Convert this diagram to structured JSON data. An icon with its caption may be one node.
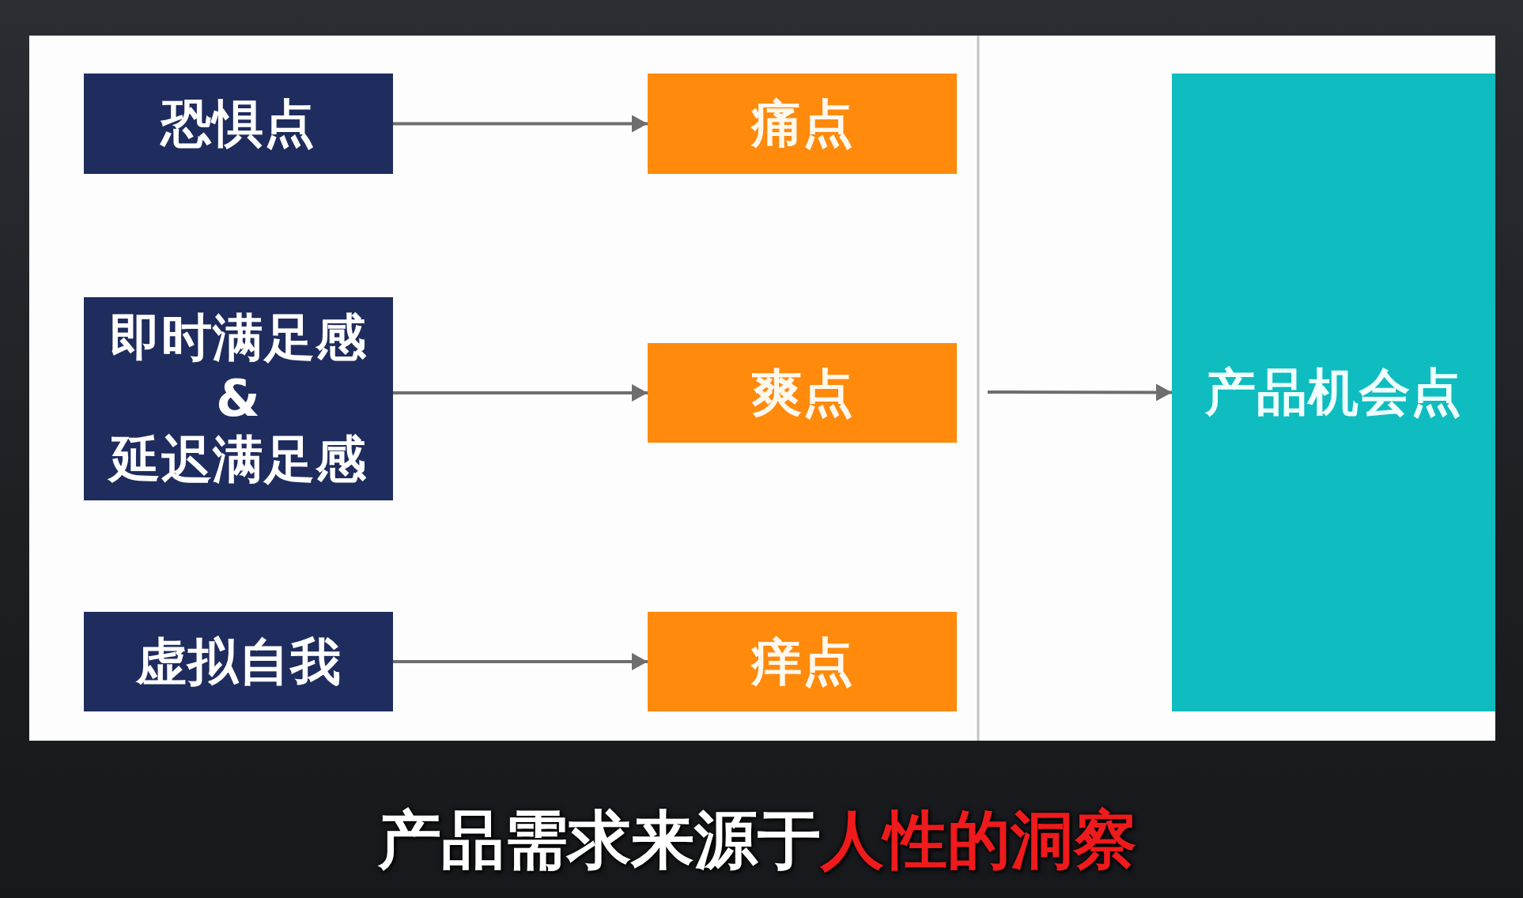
{
  "diagram": {
    "caption": "产品需求来源于**人性的洞察**",
    "nodes": [
      {
        "text": [
          "恐惧点"
        ]
      },
      {
        "text": [
          "痛点"
        ]
      },
      {
        "text": [
          "即时满足感 & 延迟满足感"
        ]
      },
      {
        "text": [
          "爽点"
        ]
      },
      {
        "text": [
          "虚拟自我"
        ]
      },
      {
        "text": [
          "痒点"
        ]
      },
      {
        "text": [
          "产品机会点"
        ]
      }
    ],
    "edges": [
      {
        "from": 0,
        "to": 1,
        "arrow": "to"
      },
      {
        "from": 2,
        "to": 3,
        "arrow": "to"
      },
      {
        "from": 4,
        "to": 5,
        "arrow": "to"
      },
      {
        "from": null,
        "to": 6,
        "arrow": "to"
      }
    ]
  }
}
